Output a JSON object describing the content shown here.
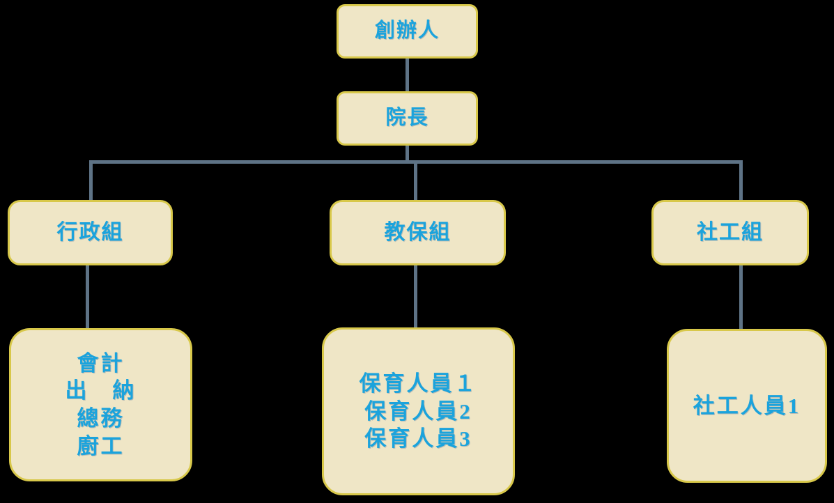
{
  "diagram": {
    "type": "organization-chart",
    "title": "",
    "colors": {
      "background": "#000000",
      "node_fill": "#efe6c6",
      "node_border": "#d8c84a",
      "node_text": "#1ba3dc",
      "connector": "#5e7386"
    },
    "nodes": {
      "founder": {
        "id": "founder",
        "level": 1,
        "label": "創辦人",
        "lines": [
          "創辦人"
        ]
      },
      "director": {
        "id": "director",
        "level": 2,
        "label": "院長",
        "lines": [
          "院長"
        ]
      },
      "admin_group": {
        "id": "admin-group",
        "level": 3,
        "label": "行政組",
        "lines": [
          "行政組"
        ]
      },
      "care_group": {
        "id": "care-group",
        "level": 3,
        "label": "教保組",
        "lines": [
          "教保組"
        ]
      },
      "social_group": {
        "id": "social-group",
        "level": 3,
        "label": "社工組",
        "lines": [
          "社工組"
        ]
      },
      "admin_staff": {
        "id": "admin-staff",
        "level": 4,
        "label": "會計 出納 總務 廚工",
        "lines": [
          "會計",
          "出　納",
          "總務",
          "廚工"
        ]
      },
      "care_staff": {
        "id": "care-staff",
        "level": 4,
        "label": "保育人員1 保育人員2 保育人員3",
        "lines": [
          "保育人員１",
          "保育人員2",
          "保育人員3"
        ]
      },
      "social_staff": {
        "id": "social-staff",
        "level": 4,
        "label": "社工人員1",
        "lines": [
          "社工人員1"
        ]
      }
    },
    "edges": [
      {
        "from": "founder",
        "to": "director"
      },
      {
        "from": "director",
        "to": "admin_group"
      },
      {
        "from": "director",
        "to": "care_group"
      },
      {
        "from": "director",
        "to": "social_group"
      },
      {
        "from": "admin_group",
        "to": "admin_staff"
      },
      {
        "from": "care_group",
        "to": "care_staff"
      },
      {
        "from": "social_group",
        "to": "social_staff"
      }
    ]
  }
}
